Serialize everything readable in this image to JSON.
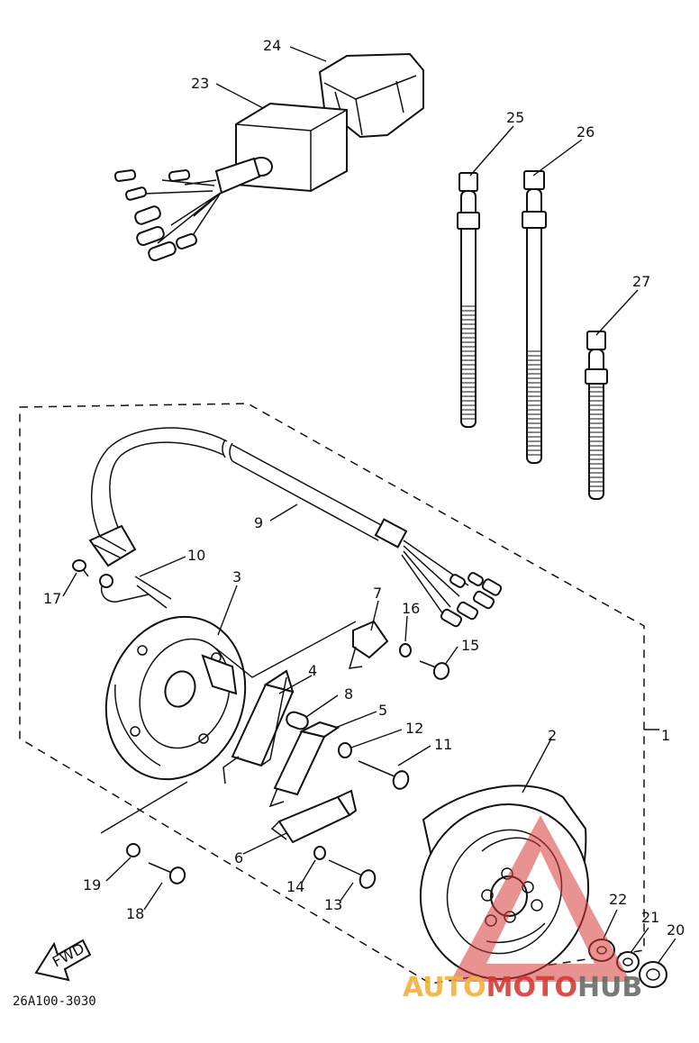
{
  "diagram": {
    "drawing_code": "26A100-3030",
    "fwd_label": "FWD",
    "watermark": {
      "part1": "AUTO",
      "part2": "MOTO",
      "part3": "HUB",
      "color_auto": "#f2b23b",
      "color_moto": "#d53b36",
      "color_hub": "#6b6b6b"
    },
    "callouts": [
      {
        "id": "c1",
        "label": "1"
      },
      {
        "id": "c2",
        "label": "2"
      },
      {
        "id": "c3",
        "label": "3"
      },
      {
        "id": "c4",
        "label": "4"
      },
      {
        "id": "c5",
        "label": "5"
      },
      {
        "id": "c6",
        "label": "6"
      },
      {
        "id": "c7",
        "label": "7"
      },
      {
        "id": "c8",
        "label": "8"
      },
      {
        "id": "c9",
        "label": "9"
      },
      {
        "id": "c10",
        "label": "10"
      },
      {
        "id": "c11",
        "label": "11"
      },
      {
        "id": "c12",
        "label": "12"
      },
      {
        "id": "c13",
        "label": "13"
      },
      {
        "id": "c14",
        "label": "14"
      },
      {
        "id": "c15",
        "label": "15"
      },
      {
        "id": "c16",
        "label": "16"
      },
      {
        "id": "c17",
        "label": "17"
      },
      {
        "id": "c18",
        "label": "18"
      },
      {
        "id": "c19",
        "label": "19"
      },
      {
        "id": "c20",
        "label": "20"
      },
      {
        "id": "c21",
        "label": "21"
      },
      {
        "id": "c22",
        "label": "22"
      },
      {
        "id": "c23",
        "label": "23"
      },
      {
        "id": "c24",
        "label": "24"
      },
      {
        "id": "c25",
        "label": "25"
      },
      {
        "id": "c26",
        "label": "26"
      },
      {
        "id": "c27",
        "label": "27"
      }
    ]
  }
}
